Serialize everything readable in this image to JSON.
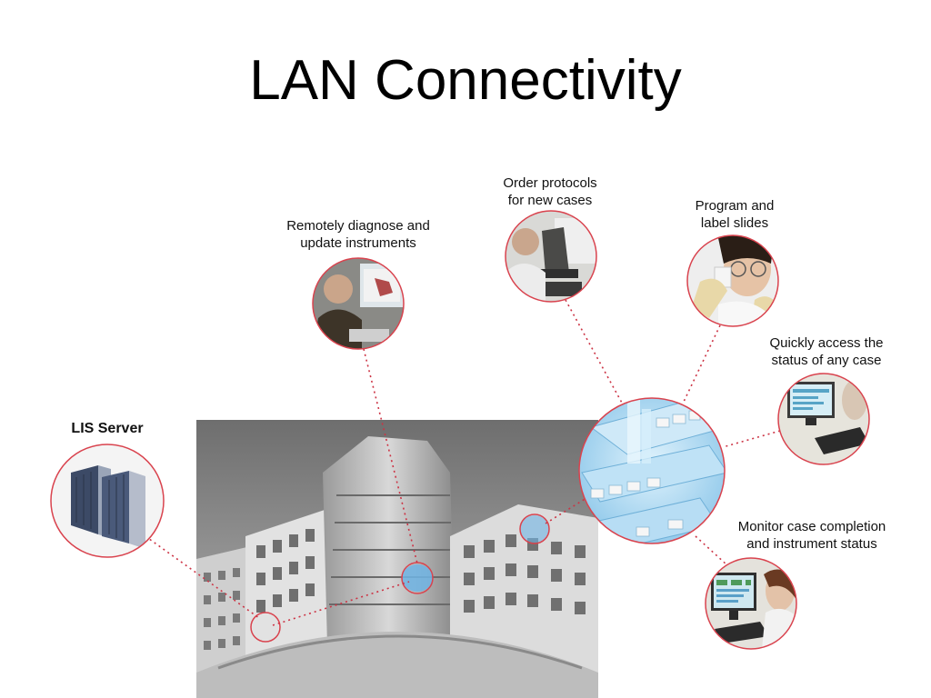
{
  "title": "LAN Connectivity",
  "nodes": {
    "lis_server": {
      "label": "LIS Server",
      "icon": "server-rack-icon"
    },
    "remote_diagnose": {
      "label": "Remotely diagnose and\nupdate instruments",
      "icon": "technician-at-monitor-icon"
    },
    "order_protocols": {
      "label": "Order protocols\nfor new cases",
      "icon": "scientist-microscope-icon"
    },
    "program_slides": {
      "label": "Program and\nlabel slides",
      "icon": "technician-slide-icon"
    },
    "access_status": {
      "label": "Quickly access the\nstatus of any case",
      "icon": "workstation-computer-icon"
    },
    "monitor_completion": {
      "label": "Monitor case completion\nand instrument status",
      "icon": "operator-at-monitor-icon"
    }
  },
  "hub": {
    "icon": "lab-floorplan-icon"
  },
  "building": {
    "icon": "hospital-building-icon"
  },
  "colors": {
    "accent": "#d9434e",
    "connector": "#cc3344",
    "hub_blue": "#8fc8ea"
  }
}
